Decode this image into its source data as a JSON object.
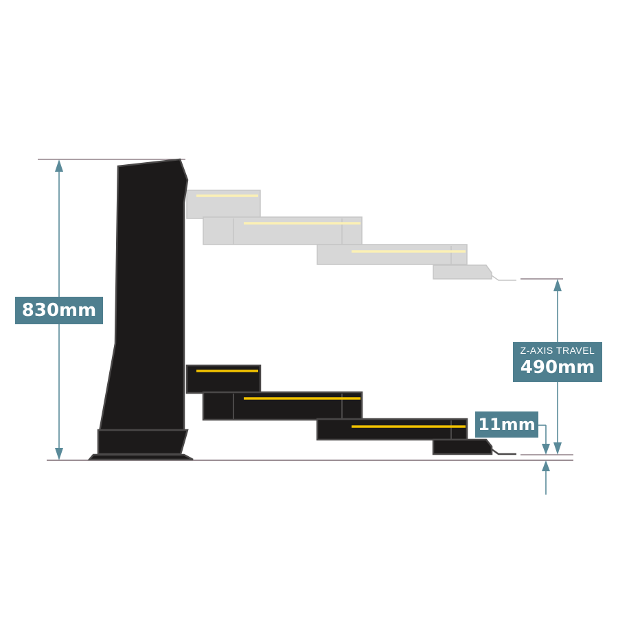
{
  "dimensions": {
    "total_height": {
      "label": "830mm"
    },
    "z_axis_travel": {
      "caption": "Z-AXIS TRAVEL",
      "label": "490mm"
    },
    "base_clearance": {
      "label": "11mm"
    }
  },
  "colors": {
    "machine_body": "#1c1a1a",
    "machine_outline": "#4a4848",
    "accent_stripe": "#f2c200",
    "ghost_body": "#d7d7d7",
    "ghost_stripe": "#fbf0b5",
    "dimension_line": "#5a8a99",
    "label_background": "#4f7f8f",
    "ground_line": "#7a6870"
  }
}
